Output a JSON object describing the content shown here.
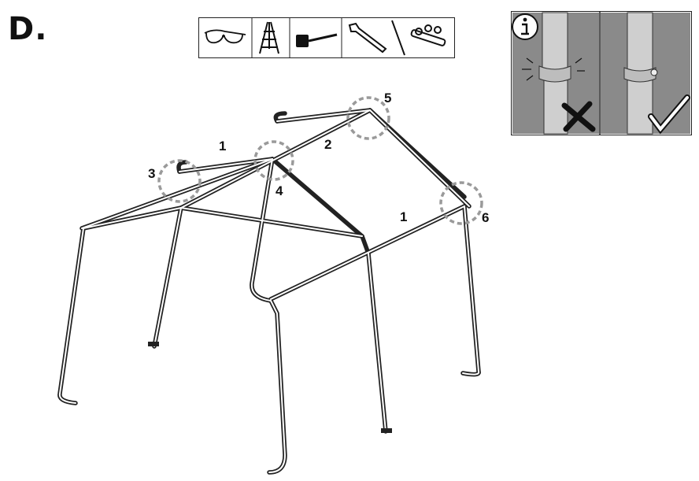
{
  "step": {
    "label": "D."
  },
  "tools": [
    {
      "icon": "safety-glasses-icon"
    },
    {
      "icon": "ladder-icon"
    },
    {
      "icon": "mallet-icon"
    },
    {
      "icon": "wrench-and-socket-icon"
    }
  ],
  "info": {
    "icon": "info-icon",
    "wrong_mark": "cross-mark-icon",
    "right_mark": "check-mark-icon"
  },
  "callouts": {
    "c1a": "1",
    "c1b": "1",
    "c2": "2",
    "c3": "3",
    "c4": "4",
    "c5": "5",
    "c6": "6"
  },
  "colors": {
    "line": "#222222",
    "photo_bg": "#8a8a8a",
    "callout_ring": "#9a9a9a"
  }
}
